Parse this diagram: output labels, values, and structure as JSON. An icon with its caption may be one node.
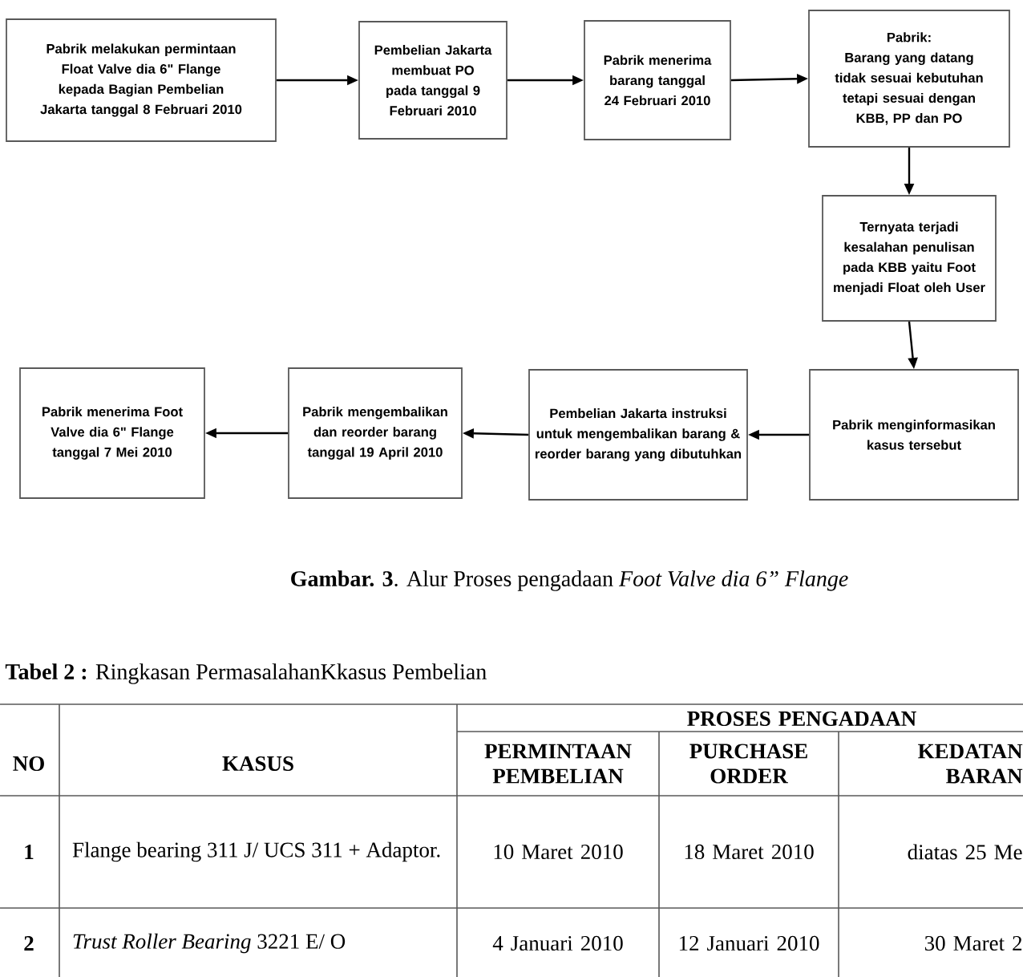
{
  "diagram": {
    "caption": "**Gambar. 3**. Alur Proses pengadaan *Foot Valve dia 6” Flange*",
    "nodes": [
      {
        "text": [
          "Pabrik melakukan permintaan Float Valve dia 6\" Flange kepada Bagian Pembelian Jakarta tanggal 8 Februari 2010"
        ]
      },
      {
        "text": [
          "Pembelian Jakarta membuat PO pada tanggal 9 Februari 2010"
        ]
      },
      {
        "text": [
          "Pabrik menerima barang tanggal 24 Februari 2010"
        ]
      },
      {
        "text": [
          "Pabrik:",
          "Barang yang datang tidak sesuai kebutuhan tetapi sesuai dengan KBB, PP dan PO"
        ]
      },
      {
        "text": [
          "Ternyata terjadi kesalahan penulisan pada KBB yaitu Foot menjadi Float oleh User"
        ]
      },
      {
        "text": [
          "Pabrik menginformasikan kasus tersebut"
        ]
      },
      {
        "text": [
          "Pembelian Jakarta instruksi untuk mengembalikan barang & reorder barang yang dibutuhkan"
        ]
      },
      {
        "text": [
          "Pabrik mengembalikan dan reorder barang tanggal 19 April 2010"
        ]
      },
      {
        "text": [
          "Pabrik menerima Foot Valve dia 6\" Flange tanggal 7 Mei 2010"
        ]
      }
    ],
    "edges": [
      {
        "from": 0,
        "to": 1,
        "arrow": "to"
      },
      {
        "from": 1,
        "to": 2,
        "arrow": "to"
      },
      {
        "from": 2,
        "to": 3,
        "arrow": "to"
      },
      {
        "from": 3,
        "to": 4,
        "arrow": "to"
      },
      {
        "from": 4,
        "to": 5,
        "arrow": "to"
      },
      {
        "from": 5,
        "to": 6,
        "arrow": "to"
      },
      {
        "from": 6,
        "to": 7,
        "arrow": "to"
      },
      {
        "from": 7,
        "to": 8,
        "arrow": "to"
      }
    ],
    "labels": [
      "**Tabel 2 :**  Ringkasan PermasalahanKkasus Pembelian",
      "NO",
      "KASUS",
      "PROSES PENGADAAN",
      "PERMINTAAN PEMBELIAN",
      "PURCHASE ORDER",
      "KEDATAN BARAN",
      "1",
      "Flange bearing 311 J/ UCS 311 + Adaptor.",
      "10 Maret 2010",
      "18 Maret 2010",
      "diatas 25 Me",
      "2",
      "*Trust Roller Bearing* 3221 E/ O",
      "4 Januari 2010",
      "12 Januari 2010",
      "30 Maret 2"
    ]
  }
}
